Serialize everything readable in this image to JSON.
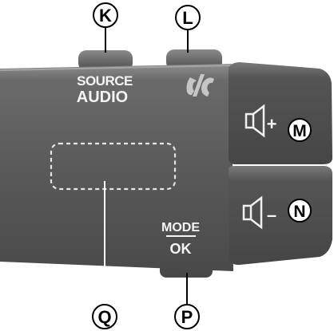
{
  "labels": {
    "k": "K",
    "l": "L",
    "m": "M",
    "n": "N",
    "p": "P",
    "q": "Q"
  },
  "stalk": {
    "source_line1": "SOURCE",
    "source_line2": "AUDIO",
    "mode_line1": "MODE",
    "mode_line2": "OK",
    "phone_icon": "phone-answer-hangup-icon",
    "vol_up_icon": "speaker-volume-up-icon",
    "vol_down_icon": "speaker-volume-down-icon",
    "vol_up_sign": "+",
    "vol_down_sign": "–"
  },
  "colors": {
    "body": "#5b5b5b",
    "body_top": "#8a8a8a",
    "button": "#4e4e4e",
    "text": "#f4f4f4",
    "phone_icon": "#c8c8c8",
    "label_border": "#000000"
  }
}
